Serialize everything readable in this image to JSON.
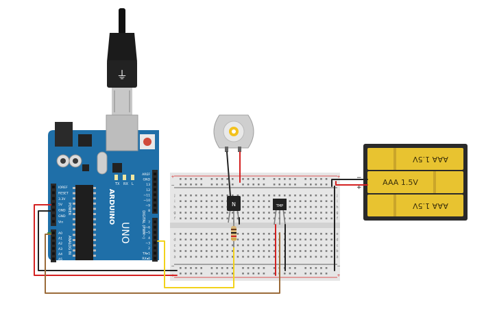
{
  "arduino": {
    "logo_text": "ARDUINO",
    "model_text": "UNO",
    "power_header_label": "POWER",
    "analog_header_label": "ANALOG IN",
    "digital_header_label": "DIGITAL (PWM~)",
    "tx_label": "TX",
    "rx_label": "RX",
    "l_label": "L",
    "power_pins": [
      "IOREF",
      "RESET",
      "3.3V",
      "5V",
      "GND",
      "GND",
      "Vin"
    ],
    "analog_pins": [
      "A0",
      "A1",
      "A2",
      "A3",
      "A4",
      "A5"
    ],
    "top_pins": [
      "AREF",
      "GND",
      "13",
      "12",
      "~11",
      "~10",
      "~9",
      "8"
    ],
    "bottom_pins": [
      "7",
      "~6",
      "~5",
      "4",
      "~3",
      "2",
      "TX▸1",
      "RX◂0"
    ]
  },
  "breadboard": {
    "row_letters_top": [
      "j",
      "i",
      "h",
      "g",
      "f"
    ],
    "row_letters_bottom": [
      "e",
      "d",
      "c",
      "b",
      "a"
    ],
    "plus_label": "+",
    "minus_label": "−"
  },
  "transistor": {
    "label": "N"
  },
  "sensor": {
    "label": "TMP"
  },
  "battery": {
    "cells": [
      "AAA 1.5V",
      "AAA 1.5V",
      "AAA 1.5V"
    ],
    "plus_label": "+",
    "minus_label": "−"
  },
  "colors": {
    "board": "#1f6fa8",
    "breadboard": "#e6e6e6",
    "battery_cell": "#e8c330",
    "wire_red": "#d42020",
    "wire_black": "#222222",
    "wire_yellow": "#f2d21a",
    "wire_brown": "#9a6a38",
    "wire_green": "#3a8a3a"
  }
}
